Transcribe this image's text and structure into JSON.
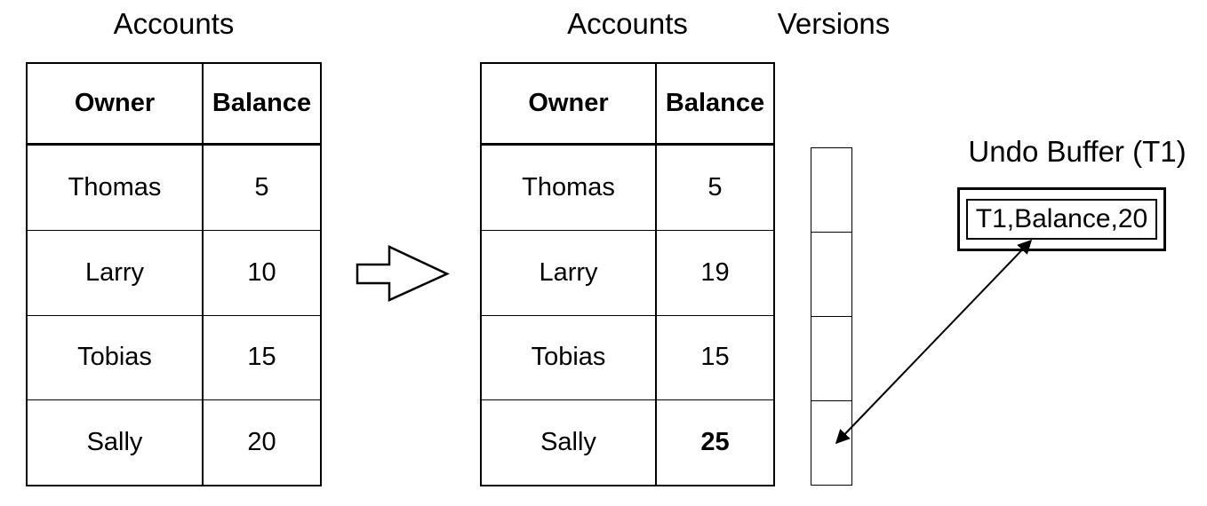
{
  "colors": {
    "background": "#ffffff",
    "line": "#000000",
    "text": "#000000"
  },
  "left_table": {
    "title": "Accounts",
    "headers": [
      "Owner",
      "Balance"
    ],
    "rows": [
      [
        "Thomas",
        "5"
      ],
      [
        "Larry",
        "10"
      ],
      [
        "Tobias",
        "15"
      ],
      [
        "Sally",
        "20"
      ]
    ]
  },
  "right_table": {
    "title": "Accounts",
    "headers": [
      "Owner",
      "Balance"
    ],
    "rows": [
      [
        "Thomas",
        "5"
      ],
      [
        "Larry",
        "19"
      ],
      [
        "Tobias",
        "15"
      ],
      [
        "Sally",
        "25"
      ]
    ],
    "emphasized_cell": "25"
  },
  "versions": {
    "title": "Versions",
    "cell_count": 4
  },
  "undo_buffer": {
    "title": "Undo Buffer (T1)",
    "entry": "T1,Balance,20"
  }
}
